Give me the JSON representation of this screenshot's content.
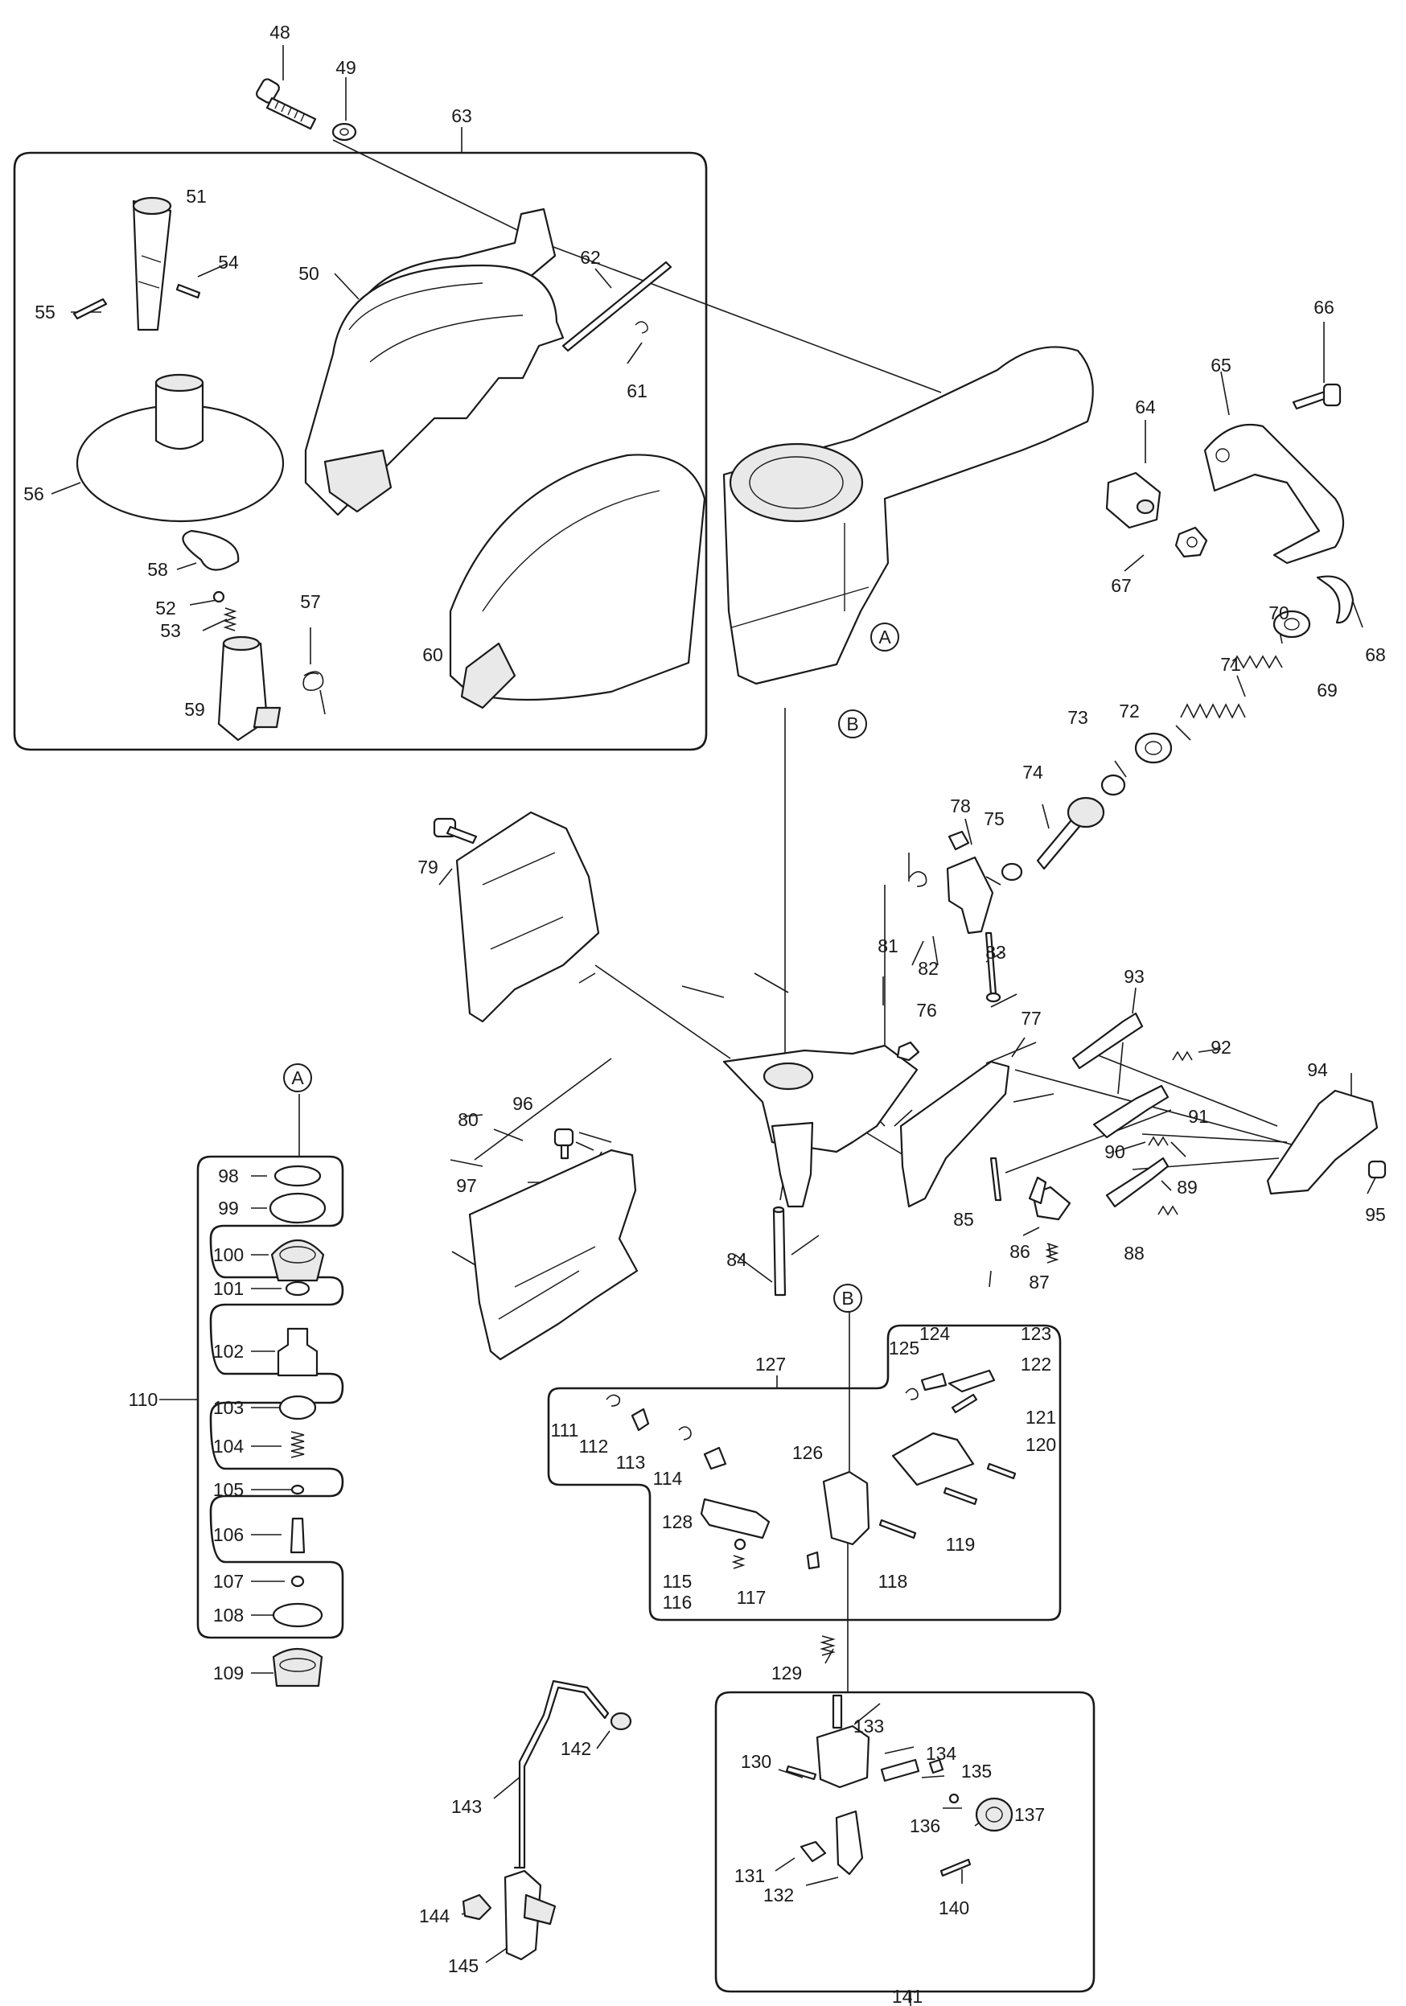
{
  "parts": {
    "p48": "48",
    "p49": "49",
    "p50": "50",
    "p51": "51",
    "p52": "52",
    "p53": "53",
    "p54": "54",
    "p55": "55",
    "p56": "56",
    "p57": "57",
    "p58": "58",
    "p59": "59",
    "p60": "60",
    "p61": "61",
    "p62": "62",
    "p63": "63",
    "p64": "64",
    "p65": "65",
    "p66": "66",
    "p67": "67",
    "p68": "68",
    "p69": "69",
    "p70": "70",
    "p71": "71",
    "p72": "72",
    "p73": "73",
    "p74": "74",
    "p75": "75",
    "p76": "76",
    "p77": "77",
    "p78": "78",
    "p79": "79",
    "p80": "80",
    "p81": "81",
    "p82": "82",
    "p83": "83",
    "p84": "84",
    "p85": "85",
    "p86": "86",
    "p87": "87",
    "p88": "88",
    "p89": "89",
    "p90": "90",
    "p91": "91",
    "p92": "92",
    "p93": "93",
    "p94": "94",
    "p95": "95",
    "p96": "96",
    "p97": "97",
    "p98": "98",
    "p99": "99",
    "p100": "100",
    "p101": "101",
    "p102": "102",
    "p103": "103",
    "p104": "104",
    "p105": "105",
    "p106": "106",
    "p107": "107",
    "p108": "108",
    "p109": "109",
    "p110": "110",
    "p111": "111",
    "p112": "112",
    "p113": "113",
    "p114": "114",
    "p115": "115",
    "p116": "116",
    "p117": "117",
    "p118": "118",
    "p119": "119",
    "p120": "120",
    "p121": "121",
    "p122": "122",
    "p123": "123",
    "p124": "124",
    "p125": "125",
    "p126": "126",
    "p127": "127",
    "p128": "128",
    "p129": "129",
    "p130": "130",
    "p131": "131",
    "p132": "132",
    "p133": "133",
    "p134": "134",
    "p135": "135",
    "p136": "136",
    "p137": "137",
    "p140": "140",
    "p141": "141",
    "p142": "142",
    "p143": "143",
    "p144": "144",
    "p145": "145"
  },
  "refs": {
    "ref_a_body": "A",
    "ref_b_body": "B",
    "ref_a_valve": "A",
    "ref_b_trigger": "B"
  }
}
